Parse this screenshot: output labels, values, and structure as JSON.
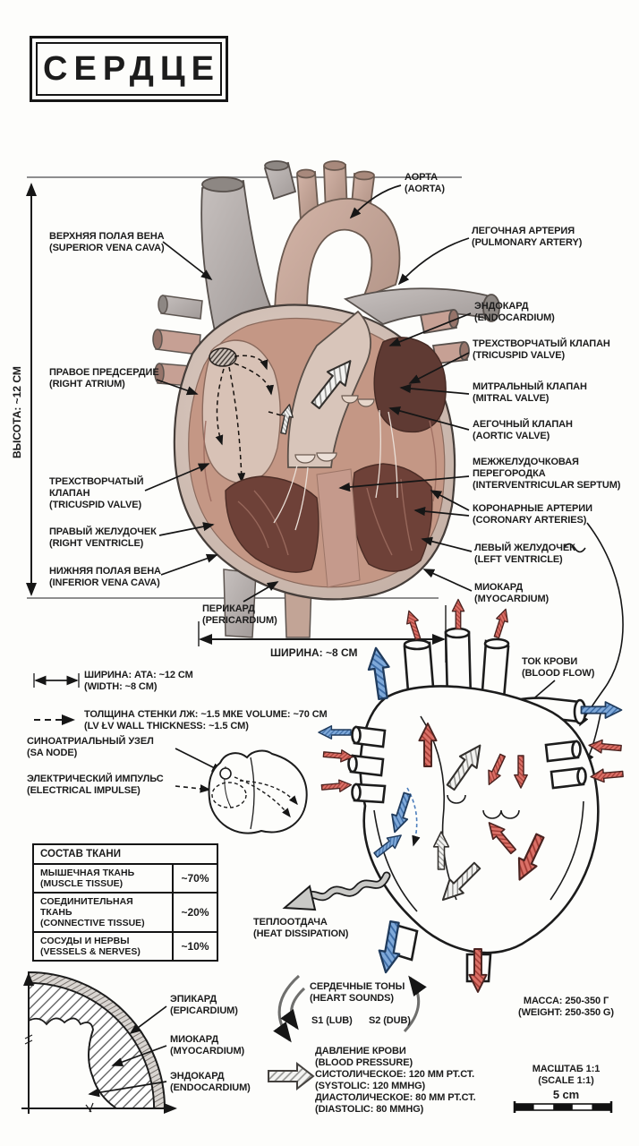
{
  "title": "СЕРДЦЕ",
  "colors": {
    "red_arrow": "#db7168",
    "blue_arrow": "#7fa9d9",
    "ink": "#1c1c1c",
    "myocardium": "#c49785",
    "cavity": "#6e4138"
  },
  "dimensions": {
    "height": "ВЫСОТА: ~12 СМ",
    "width": "ШИРИНА: ~8 СМ"
  },
  "main_labels": {
    "left": [
      {
        "ru": "ВЕРХНЯЯ ПОЛАЯ ВЕНА",
        "en": "(SUPERIOR VENA CAVA)"
      },
      {
        "ru": "ПРАВОЕ ПРЕДСЕРДИЕ",
        "en": "(RIGHT ATRIUM)"
      },
      {
        "ru": "ТРЕХСТВОРЧАТЫЙ КЛАПАН",
        "en": "(TRICUSPID VALVE)"
      },
      {
        "ru": "ПРАВЫЙ ЖЕЛУДОЧЕК",
        "en": "(RIGHT VENTRICLE)"
      },
      {
        "ru": "НИЖНЯЯ ПОЛАЯ ВЕНА",
        "en": "(INFERIOR VENA CAVA)"
      }
    ],
    "right": [
      {
        "ru": "АОРТА",
        "en": "(AORTA)"
      },
      {
        "ru": "ЛЕГОЧНАЯ АРТЕРИЯ",
        "en": "(PULMONARY ARTERY)"
      },
      {
        "ru": "ЭНДОКАРД",
        "en": "(ENDOCARDIUM)"
      },
      {
        "ru": "ТРЕХСТВОРЧАТЫЙ КЛАПАН",
        "en": "(TRICUSPID VALVE)"
      },
      {
        "ru": "МИТРАЛЬНЫЙ КЛАПАН",
        "en": "(MITRAL VALVE)"
      },
      {
        "ru": "АЕГОЧНЫЙ КЛАПАН",
        "en": "(AORTIC VALVE)"
      },
      {
        "ru": "МЕЖЖЕЛУДОЧКОВАЯ ПЕРЕГОРОДКА",
        "en": "(INTERVENTRICULAR SEPTUM)"
      },
      {
        "ru": "КОРОНАРНЫЕ АРТЕРИИ",
        "en": "(CORONARY ARTERIES)"
      },
      {
        "ru": "ЛЕВЫЙ ЖЕЛУДОЧЕК",
        "en": "(LEFT VENTRICLE)"
      },
      {
        "ru": "МИОКАРД",
        "en": "(MYOCARDIUM)"
      }
    ],
    "pericardium": {
      "ru": "ПЕРИКАРД",
      "en": "(PERICARDIUM)"
    }
  },
  "legend": [
    {
      "ru": "ШИРИНА: АТА: ~12 СМ",
      "en": "(WIDTH: ~8 CM)"
    },
    {
      "ru": "ТОЛЩИНА СТЕНКИ ЛЖ: ~1.5 МКЕ VOLUME: ~70 СМ",
      "en": "(LV ŁV WALL THICKNESS: ~1.5 CM)"
    }
  ],
  "conduction": {
    "sa_node": {
      "ru": "СИНОАТРИАЛЬНЫЙ УЗЕЛ",
      "en": "(SA NODE)"
    },
    "impulse": {
      "ru": "ЭЛЕКТРИЧЕСКИЙ ИМПУЛЬС",
      "en": "(ELECTRICAL IMPULSE)"
    }
  },
  "tissue_table": {
    "header": "СОСТАВ ТКАНИ",
    "rows": [
      {
        "ru": "МЫШЕЧНАЯ ТКАНЬ",
        "en": "(MUSCLE TISSUE)",
        "value": "~70%"
      },
      {
        "ru": "СОЕДИНИТЕЛЬНАЯ ТКАНЬ",
        "en": "(CONNECTIVE TISSUE)",
        "value": "~20%"
      },
      {
        "ru": "СОСУДЫ И НЕРВЫ",
        "en": "(VESSELS & NERVES)",
        "value": "~10%"
      }
    ]
  },
  "layers": [
    {
      "ru": "ЭПИКАРД",
      "en": "(EPICARDIUM)"
    },
    {
      "ru": "МИОКАРД",
      "en": "(MYOCARDIUM)"
    },
    {
      "ru": "ЭНДОКАРД",
      "en": "(ENDOCARDIUM)"
    }
  ],
  "flow": {
    "ru": "ТОК КРОВИ",
    "en": "(BLOOD FLOW)"
  },
  "heat": {
    "ru": "ТЕПЛООТДАЧА",
    "en": "(HEAT DISSIPATION)"
  },
  "sounds": {
    "ru": "СЕРДЕЧНЫЕ ТОНЫ",
    "en": "(HEART SOUNDS)",
    "s1": "S1 (LUB)",
    "s2": "S2 (DUB)"
  },
  "pressure": {
    "ru": "ДАВЛЕНИЕ КРОВИ",
    "en": "(BLOOD PRESSURE)",
    "sys_ru": "СИСТОЛИЧЕСКОЕ: 120 ММ РТ.СТ.",
    "sys_en": "(SYSTOLIC: 120 MMHG)",
    "dia_ru": "ДИАСТОЛИЧЕСКОЕ: 80 ММ РТ.СТ.",
    "dia_en": "(DIASTOLIC: 80 MMHG)"
  },
  "mass": {
    "ru": "МАССА: 250-350 Г",
    "en": "(WEIGHT: 250-350 G)"
  },
  "scale": {
    "ru": "МАСШТАБ 1:1",
    "en": "(SCALE 1:1)",
    "bar": "5 cm"
  }
}
